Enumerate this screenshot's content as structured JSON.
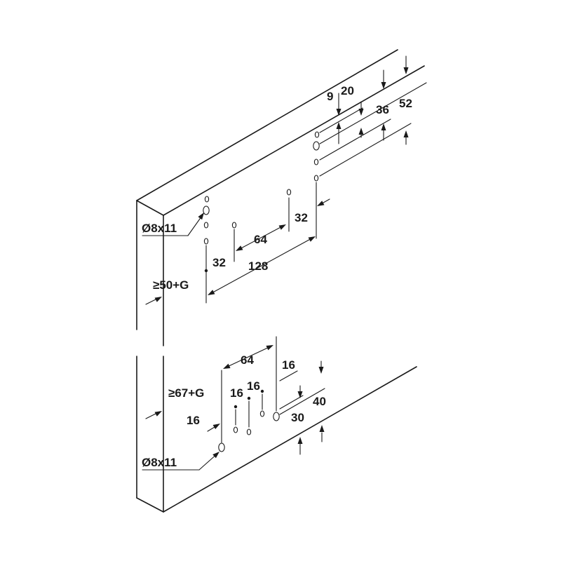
{
  "labels": {
    "d9": "9",
    "d20": "20",
    "d36": "36",
    "d52": "52",
    "dia_top": "Ø8x11",
    "d32_right": "32",
    "d64_top": "64",
    "d32_left": "32",
    "d128": "128",
    "min_top": "≥50+G",
    "d64_bottom": "64",
    "d16_top": "16",
    "min_bottom": "≥67+G",
    "d16_a": "16",
    "d16_b": "16",
    "d40": "40",
    "d16_left": "16",
    "d30": "30",
    "dia_bottom": "Ø8x11"
  }
}
